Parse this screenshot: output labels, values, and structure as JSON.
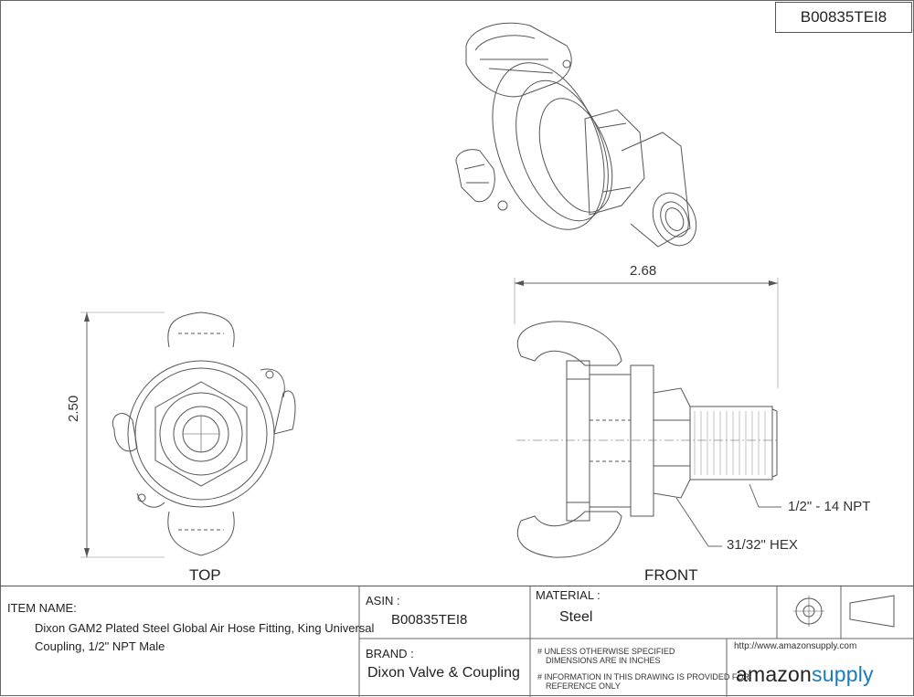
{
  "header": {
    "asin_box": "B00835TEI8"
  },
  "views": {
    "top_label": "TOP",
    "front_label": "FRONT"
  },
  "dimensions": {
    "overall_length": "2.68",
    "height": "2.50",
    "thread_callout": "1/2\" - 14 NPT",
    "hex_callout": "31/32\" HEX"
  },
  "title_block": {
    "item_name_label": "ITEM NAME:",
    "item_name_line1": "Dixon GAM2 Plated Steel Global Air Hose Fitting, King Universal",
    "item_name_line2": "Coupling, 1/2\" NPT Male",
    "asin_label": "ASIN :",
    "asin_value": "B00835TEI8",
    "material_label": "MATERIAL :",
    "material_value": "Steel",
    "brand_label": "BRAND :",
    "brand_value": "Dixon Valve & Coupling",
    "note1_line1": "# UNLESS OTHERWISE SPECIFIED",
    "note1_line2": "DIMENSIONS ARE IN INCHES",
    "note2_line1": "# INFORMATION IN THIS DRAWING IS PROVIDED FOR",
    "note2_line2": "REFERENCE ONLY",
    "url": "http://www.amazonsupply.com",
    "logo_part1": "amazon",
    "logo_part2": "supply"
  },
  "colors": {
    "line": "#555555",
    "logo_accent": "#1a7bb8"
  }
}
